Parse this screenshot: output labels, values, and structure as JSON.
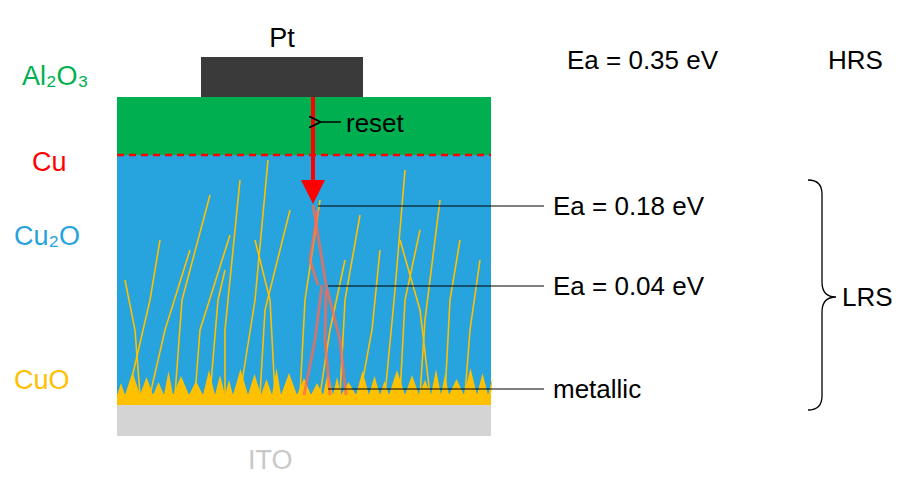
{
  "diagram": {
    "labels": [
      "Pt",
      "Al₂O₃",
      "reset",
      "Cu",
      "Cu₂O",
      "CuO",
      "ITO",
      "Ea = 0.35 eV",
      "HRS",
      "Ea = 0.18 eV",
      "Ea = 0.04 eV",
      "LRS",
      "metallic"
    ]
  }
}
